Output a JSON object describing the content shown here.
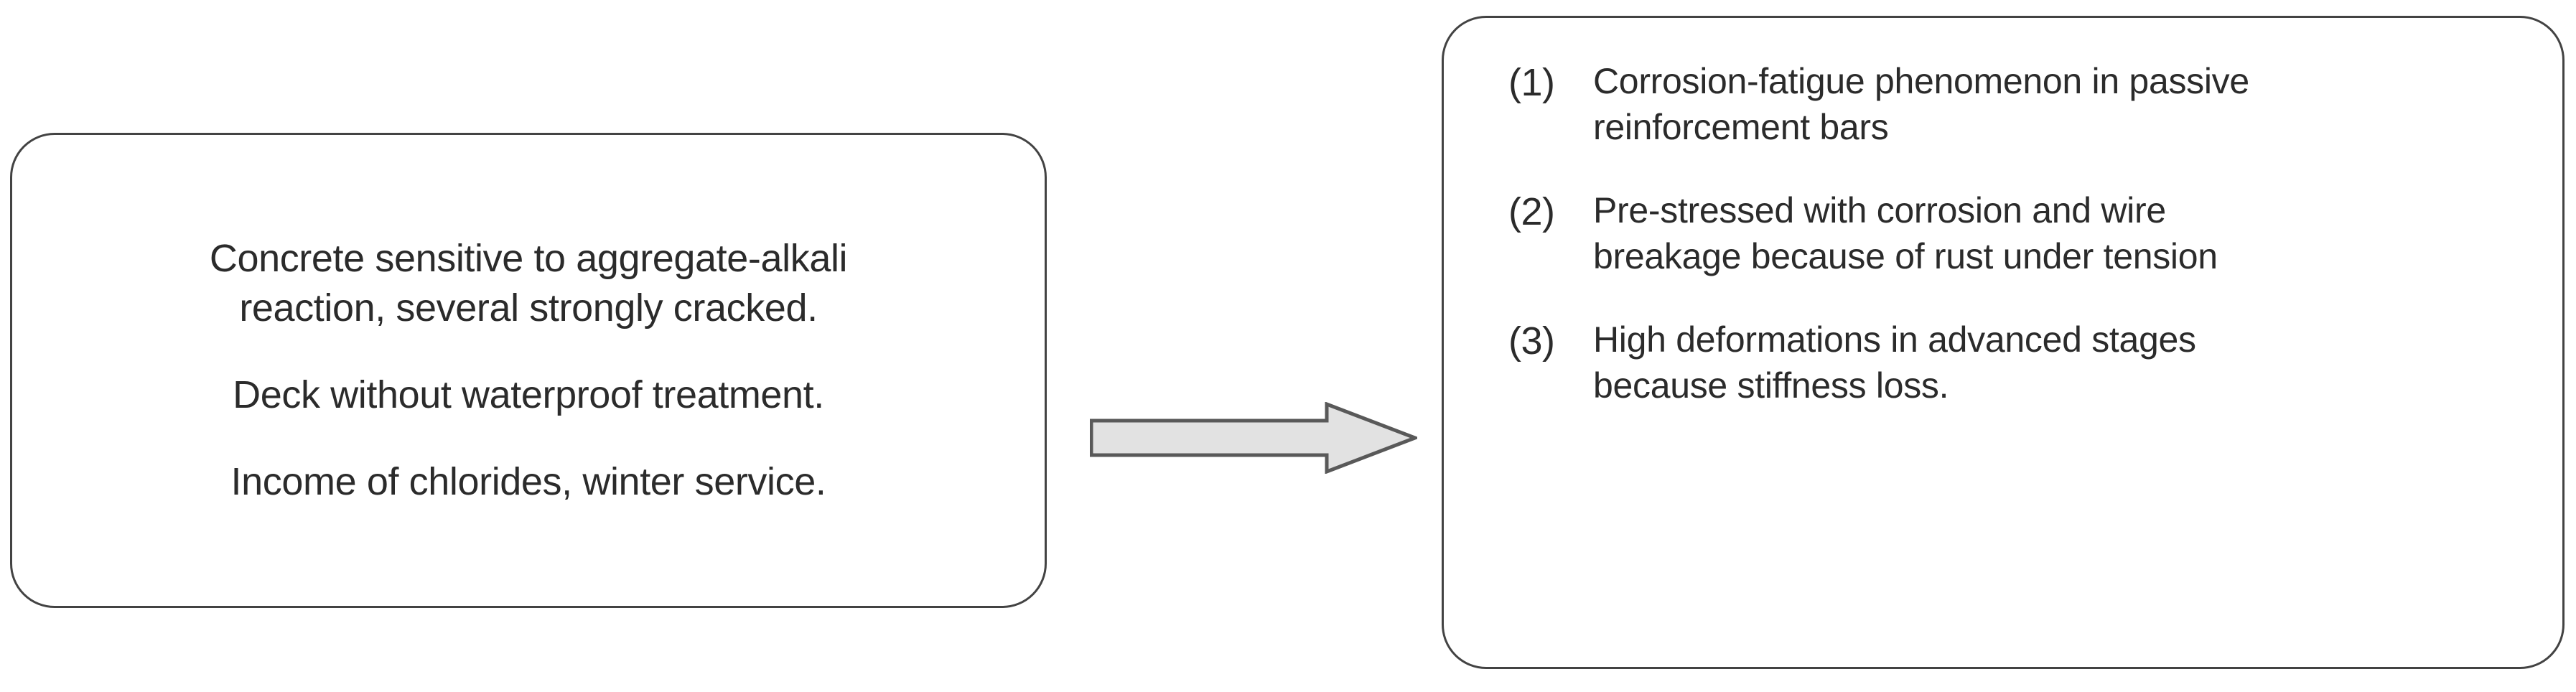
{
  "diagram": {
    "type": "cause-effect-flow",
    "direction": "left-to-right",
    "colors": {
      "box_border": "#434343",
      "box_fill": "#ffffff",
      "arrow_fill": "#e2e2e2",
      "arrow_border": "#595959",
      "text": "#2b2b2b"
    },
    "cause": {
      "title": "",
      "paragraphs": [
        "Concrete sensitive to aggregate-alkali\nreaction, several strongly cracked.",
        "Deck without waterproof treatment.",
        "Income of chlorides, winter service."
      ]
    },
    "arrow": {
      "label": "",
      "icon": "block-arrow-right"
    },
    "effect": {
      "title": "",
      "items": [
        {
          "number": "(1)",
          "text": "Corrosion-fatigue phenomenon in passive",
          "last_line": "reinforcement bars",
          "justified": true
        },
        {
          "number": "(2)",
          "text": "Pre-stressed with corrosion and wire",
          "last_line": "breakage because of rust under tension",
          "justified": true
        },
        {
          "number": "(3)",
          "text": "High deformations in advanced stages",
          "last_line": "because stiffness loss.",
          "justified": true
        }
      ]
    }
  }
}
